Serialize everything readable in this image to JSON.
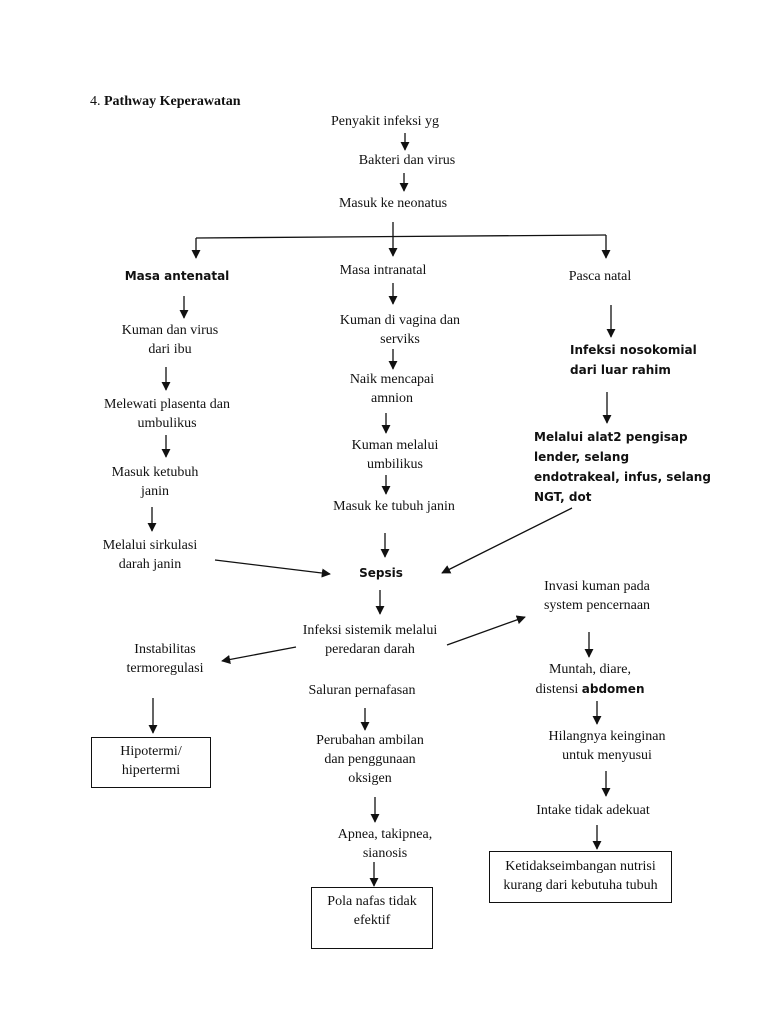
{
  "heading": {
    "number": "4.",
    "title": "Pathway Keperawatan"
  },
  "nodes": {
    "penyakit": "Penyakit  infeksi yg",
    "bakteri": "Bakteri dan virus",
    "masuk_neonatus": "Masuk ke neonatus",
    "antenatal": {
      "title": "Masa antenatal",
      "kuman_ibu": [
        "Kuman dan virus",
        "dari ibu"
      ],
      "plasenta": [
        "Melewati plasenta dan",
        "umbulikus"
      ],
      "ketubuh": [
        "Masuk ketubuh",
        "janin"
      ],
      "sirkulasi": [
        "Melalui sirkulasi",
        "darah janin"
      ]
    },
    "intranatal": {
      "title": "Masa intranatal",
      "kuman_vagina": [
        "Kuman di vagina dan",
        "serviks"
      ],
      "amnion": [
        "Naik mencapai",
        "amnion"
      ],
      "umbilikus": [
        "Kuman melalui",
        "umbilikus"
      ],
      "tubuh_janin": "Masuk ke tubuh janin"
    },
    "pascanatal": {
      "title": "Pasca natal",
      "nosokomial": [
        "Infeksi nosokomial",
        "dari luar rahim"
      ],
      "alat": [
        "Melalui alat2 pengisap",
        "lender, selang",
        "endotrakeal, infus, selang",
        "NGT, dot"
      ]
    },
    "sepsis": "Sepsis",
    "sistemik": [
      "Infeksi sistemik melalui",
      "peredaran darah"
    ],
    "left": {
      "instabilitas": [
        "Instabilitas",
        "termoregulasi"
      ],
      "box": [
        "Hipotermi/",
        "hipertermi"
      ]
    },
    "center": {
      "saluran": "Saluran pernafasan",
      "perubahan": [
        "Perubahan ambilan",
        "dan penggunaan",
        "oksigen"
      ],
      "apnea": [
        "Apnea, takipnea,",
        "sianosis"
      ],
      "box": [
        "Pola nafas tidak",
        "efektif"
      ]
    },
    "right": {
      "invasi": [
        "Invasi kuman pada",
        "system pencernaan"
      ],
      "muntah_1": "Muntah, diare,",
      "muntah_2a": "distensi",
      "muntah_2b": "abdomen",
      "hilangnya": [
        "Hilangnya keinginan",
        "untuk menyusui"
      ],
      "intake": "Intake tidak adekuat",
      "box": [
        "Ketidakseimbangan nutrisi",
        "kurang dari kebutuha tubuh"
      ]
    }
  }
}
